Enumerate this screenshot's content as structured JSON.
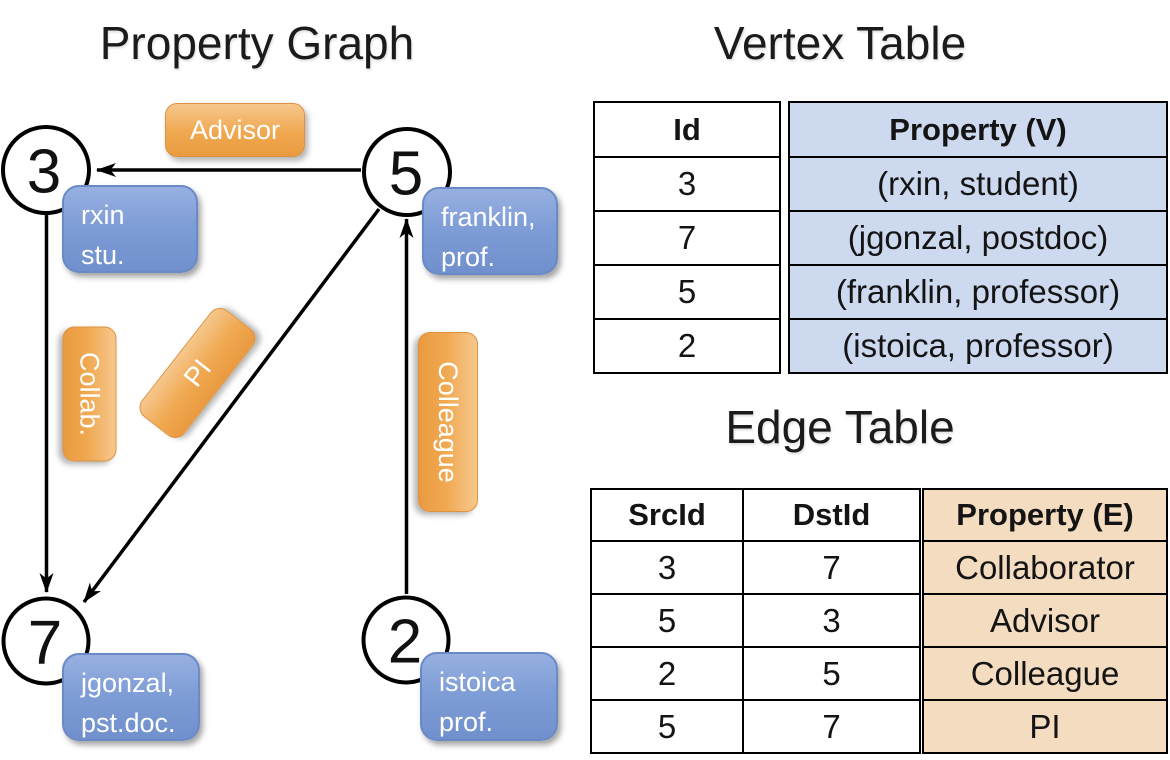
{
  "graph": {
    "title": "Property Graph",
    "nodes": [
      {
        "id": "3",
        "property_line1": "rxin",
        "property_line2": "stu."
      },
      {
        "id": "5",
        "property_line1": "franklin,",
        "property_line2": "prof."
      },
      {
        "id": "7",
        "property_line1": "jgonzal,",
        "property_line2": "pst.doc."
      },
      {
        "id": "2",
        "property_line1": "istoica",
        "property_line2": "prof."
      }
    ],
    "edge_labels": {
      "advisor": "Advisor",
      "collab": "Collab.",
      "pi": "PI",
      "colleague": "Colleague"
    }
  },
  "vertex_table": {
    "title": "Vertex Table",
    "headers": {
      "id": "Id",
      "property": "Property (V)"
    },
    "rows": [
      {
        "id": "3",
        "property": "(rxin, student)"
      },
      {
        "id": "7",
        "property": "(jgonzal, postdoc)"
      },
      {
        "id": "5",
        "property": "(franklin, professor)"
      },
      {
        "id": "2",
        "property": "(istoica, professor)"
      }
    ]
  },
  "edge_table": {
    "title": "Edge Table",
    "headers": {
      "src": "SrcId",
      "dst": "DstId",
      "property": "Property (E)"
    },
    "rows": [
      {
        "src": "3",
        "dst": "7",
        "property": "Collaborator"
      },
      {
        "src": "5",
        "dst": "3",
        "property": "Advisor"
      },
      {
        "src": "2",
        "dst": "5",
        "property": "Colleague"
      },
      {
        "src": "5",
        "dst": "7",
        "property": "PI"
      }
    ]
  },
  "colors": {
    "edge_label_orange": "#f0a850",
    "vertex_box_blue": "#7f9dd6",
    "vertex_cell_bg": "#cdd9ee",
    "edge_cell_bg": "#f4dcc0",
    "line_color": "#000000"
  }
}
